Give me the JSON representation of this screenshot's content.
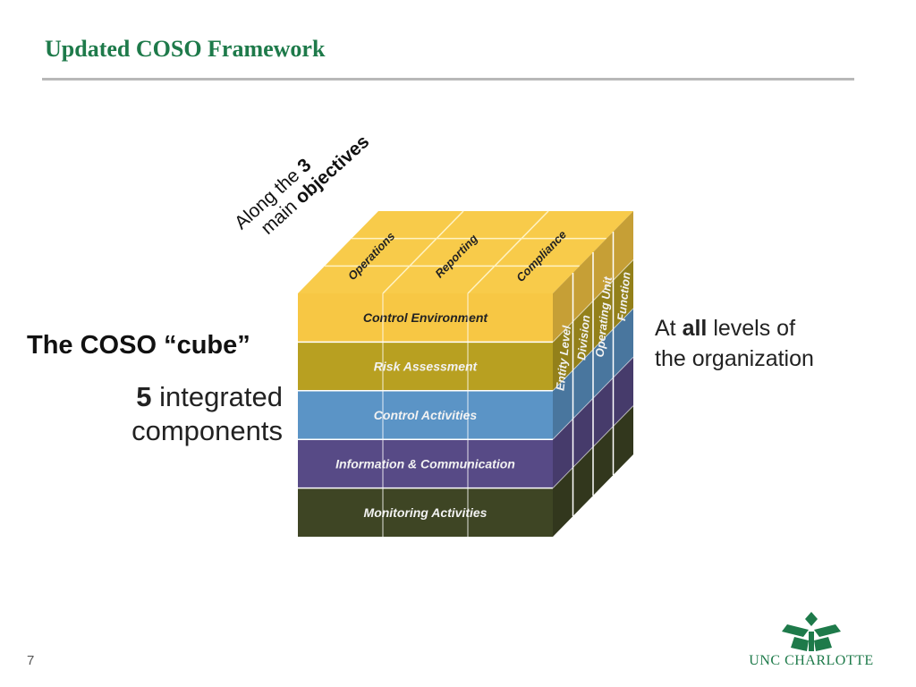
{
  "slide": {
    "title": "Updated COSO Framework",
    "page_number": "7"
  },
  "left": {
    "cube_title": "The COSO “cube”",
    "components_num": "5",
    "components_word1": " integrated",
    "components_word2": "components"
  },
  "right": {
    "levels_pre": "At ",
    "levels_bold": "all",
    "levels_post": " levels of",
    "levels_line2": "the organization"
  },
  "objectives_note": {
    "line1_pre": "Along the ",
    "line1_bold": "3",
    "line2_pre": "main ",
    "line2_bold": "objectives"
  },
  "cube": {
    "top_labels": [
      "Operations",
      "Reporting",
      "Compliance"
    ],
    "front_layers": [
      {
        "label": "Control Environment",
        "color": "#f7c744"
      },
      {
        "label": "Risk Assessment",
        "color": "#b8a021"
      },
      {
        "label": "Control Activities",
        "color": "#5b94c6"
      },
      {
        "label": "Information & Communication",
        "color": "#574a86"
      },
      {
        "label": "Monitoring Activities",
        "color": "#3e4524"
      }
    ],
    "side_labels": [
      "Entity Level",
      "Division",
      "Operating Unit",
      "Function"
    ]
  },
  "logo": {
    "text": "UNC CHARLOTTE",
    "color": "#1e7a4a"
  }
}
